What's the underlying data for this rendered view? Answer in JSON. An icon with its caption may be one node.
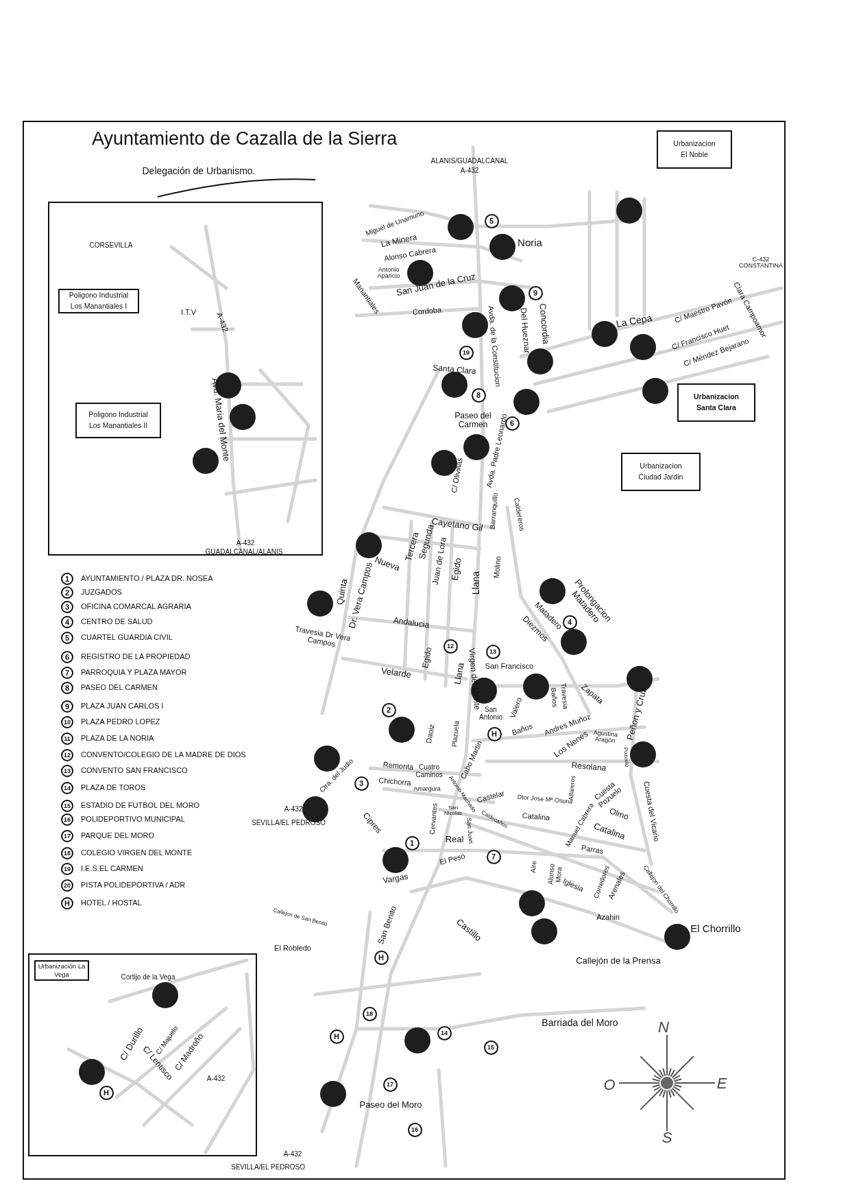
{
  "diagram": {
    "title": "Ayuntamiento de Cazalla de la Sierra",
    "nodes": [
      {
        "text": [],
        "shape": "box"
      },
      {
        "text": [
          "Poligono Industrial Los Manantiales I"
        ],
        "in": 0
      },
      {
        "text": [
          "Poligono Industrial Los Manantiales II"
        ],
        "in": 0
      },
      {
        "text": [],
        "shape": "circle",
        "in": 0
      },
      {
        "text": [],
        "shape": "circle",
        "in": 0
      },
      {
        "text": [],
        "shape": "circle",
        "in": 0
      },
      {
        "text": [
          "Urbanizacion El Noble"
        ]
      },
      {
        "text": [
          "Urbanizacion Santa Clara"
        ]
      },
      {
        "text": [
          "Urbanizacion Ciudad Jardin"
        ]
      },
      {
        "text": [
          "5"
        ]
      },
      {
        "text": [
          "9"
        ]
      },
      {
        "text": [
          "19"
        ]
      },
      {
        "text": [
          "8"
        ]
      },
      {
        "text": [
          "6"
        ]
      },
      {
        "text": [
          "4"
        ]
      },
      {
        "text": [
          "12"
        ]
      },
      {
        "text": [
          "13"
        ]
      },
      {
        "text": [
          "2"
        ]
      },
      {
        "text": [
          "H"
        ]
      },
      {
        "text": [
          "3"
        ]
      },
      {
        "text": [
          "1"
        ]
      },
      {
        "text": [
          "7"
        ]
      },
      {
        "text": [
          "H"
        ]
      },
      {
        "text": [
          "18"
        ]
      },
      {
        "text": [
          "H"
        ]
      },
      {
        "text": [
          "14"
        ]
      },
      {
        "text": [
          "15"
        ]
      },
      {
        "text": [
          "17"
        ]
      },
      {
        "text": [
          "16"
        ]
      },
      {
        "text": [],
        "shape": "circle"
      },
      {
        "text": [],
        "shape": "circle"
      },
      {
        "text": [],
        "shape": "circle"
      },
      {
        "text": [],
        "shape": "circle"
      },
      {
        "text": [],
        "shape": "circle"
      },
      {
        "text": [],
        "shape": "circle"
      },
      {
        "text": [],
        "shape": "circle"
      },
      {
        "text": [],
        "shape": "circle"
      },
      {
        "text": [],
        "shape": "circle"
      },
      {
        "text": [],
        "shape": "circle"
      },
      {
        "text": [],
        "shape": "circle"
      },
      {
        "text": [],
        "shape": "circle"
      },
      {
        "text": [],
        "shape": "circle"
      },
      {
        "text": [],
        "shape": "circle"
      },
      {
        "text": [],
        "shape": "circle"
      },
      {
        "text": [],
        "shape": "circle"
      },
      {
        "text": [],
        "shape": "circle"
      },
      {
        "text": [],
        "shape": "circle"
      },
      {
        "text": [],
        "shape": "circle"
      },
      {
        "text": [],
        "shape": "circle"
      },
      {
        "text": [],
        "shape": "circle"
      },
      {
        "text": [],
        "shape": "circle"
      },
      {
        "text": [],
        "shape": "circle"
      },
      {
        "text": [],
        "shape": "circle"
      },
      {
        "text": [],
        "shape": "circle"
      },
      {
        "text": [],
        "shape": "circle"
      },
      {
        "text": [],
        "shape": "circle"
      },
      {
        "text": [],
        "shape": "circle"
      },
      {
        "text": [],
        "shape": "circle"
      },
      {
        "text": [],
        "shape": "circle"
      },
      {
        "text": [],
        "shape": "circle"
      },
      {
        "text": [
          "1"
        ],
        "beside": [
          "AYUNTAMIENTO / PLAZA DR. NOSEA"
        ]
      },
      {
        "text": [
          "2"
        ],
        "beside": [
          "JUZGADOS"
        ]
      },
      {
        "text": [
          "3"
        ],
        "beside": [
          "OFICINA COMARCAL AGRARIA"
        ]
      },
      {
        "text": [
          "4"
        ],
        "beside": [
          "CENTRO DE SALUD"
        ]
      },
      {
        "text": [
          "5"
        ],
        "beside": [
          "CUARTEL GUARDIA CIVIL"
        ]
      },
      {
        "text": [
          "6"
        ],
        "beside": [
          "REGISTRO DE LA PROPIEDAD"
        ]
      },
      {
        "text": [
          "7"
        ],
        "beside": [
          "PARROQUIA Y PLAZA MAYOR"
        ]
      },
      {
        "text": [
          "8"
        ],
        "beside": [
          "PASEO DEL CARMEN"
        ]
      },
      {
        "text": [
          "9"
        ],
        "beside": [
          "PLAZA JUAN CARLOS I"
        ]
      },
      {
        "text": [
          "10"
        ],
        "beside": [
          "PLAZA PEDRO LOPEZ"
        ]
      },
      {
        "text": [
          "11"
        ],
        "beside": [
          "PLAZA DE LA NORIA"
        ]
      },
      {
        "text": [
          "12"
        ],
        "beside": [
          "CONVENTO/COLEGIO DE LA MADRE DE DIOS"
        ]
      },
      {
        "text": [
          "13"
        ],
        "beside": [
          "CONVENTO SAN FRANCISCO"
        ]
      },
      {
        "text": [
          "14"
        ],
        "beside": [
          "PLAZA DE TOROS"
        ]
      },
      {
        "text": [
          "15"
        ],
        "beside": [
          "ESTADIO DE FUTBOL DEL MORO"
        ]
      },
      {
        "text": [
          "16"
        ],
        "beside": [
          "POLIDEPORTIVO MUNICIPAL"
        ]
      },
      {
        "text": [
          "17"
        ],
        "beside": [
          "PARQUE DEL MORO"
        ]
      },
      {
        "text": [
          "18"
        ],
        "beside": [
          "COLEGIO VIRGEN DEL MONTE"
        ]
      },
      {
        "text": [
          "19"
        ],
        "beside": [
          "I.E.S.EL CARMEN"
        ]
      },
      {
        "text": [
          "20"
        ],
        "beside": [
          "PISTA POLIDEPORTIVA / ADR"
        ]
      },
      {
        "text": [
          "H"
        ],
        "beside": [
          "HOTEL / HOSTAL"
        ]
      },
      {
        "text": [],
        "shape": "box"
      },
      {
        "text": [
          "Urbanización La Vega"
        ],
        "in": 81
      },
      {
        "text": [
          "H"
        ],
        "in": 81
      },
      {
        "text": [],
        "shape": "circle",
        "in": 81
      },
      {
        "text": [],
        "shape": "circle",
        "in": 81
      }
    ],
    "labels": [
      "Delegación de Urbanismo.",
      "CORSEVILLA",
      "I.T.V",
      "A-432",
      "Avd. Maria del Monte",
      "A-432",
      "GUADALCANAL/ALANIS",
      "ALANIS/GUADALCANAL",
      "A-432",
      "Miguel de Unamuno",
      "La Minera",
      "Alonso Cabrera",
      "Antonio Aparicio",
      "Manantiales",
      "San Juan de la Cruz",
      "Noria",
      "Cordoba",
      "Avda. de la Constitucion",
      "Concordia",
      "Del Hueznar",
      "La Cepa",
      "C/ Maestro Pavón",
      "C/ Francisco Huet",
      "C/ Méndez Bejarano",
      "Clara Campoamor",
      "C-432 CONSTANTINA",
      "Santa Clara",
      "Paseo del Carmen",
      "Avda. Padre Leonardo",
      "C/ Olivillas",
      "Barranquillo",
      "Caldereros",
      "Cayetano Gil",
      "Nueva",
      "Tercera",
      "Segunda",
      "Juan de Lora",
      "Egido",
      "Llana",
      "Molino",
      "Quinta",
      "Dr. Vera Campos",
      "Prolongacion Matadero",
      "Andalucia",
      "Matadero",
      "Diezmos",
      "Travesia Dr Vera Campos",
      "Egido",
      "Llana",
      "Virgen del Monte",
      "Velarde",
      "San Francisco",
      "Zapata",
      "Travesia",
      "Baños",
      "Peñon y Cruz",
      "San Antonio",
      "Valero",
      "Baños",
      "Andres Muñoz",
      "Agustina Aragón",
      "Los Nenes",
      "Daoiz",
      "Plazuela",
      "Cabo Martin",
      "Pozuelo",
      "Resolana",
      "Remonta",
      "Cuatro Caminos",
      "Ctra. del Judio",
      "Chichorra",
      "Amargura",
      "Alfareros",
      "Castelar",
      "Cuesta Pozuelo",
      "Dtor Jose Mª Osuna",
      "Antonio Machado",
      "Olmo",
      "Cuesta del Vicario",
      "A-432",
      "SEVILLA/EL PEDROSO",
      "Cipres",
      "Cervantes",
      "San Nicolas",
      "San Juan",
      "Caldecaños",
      "Catalina",
      "Manuel Cabrera",
      "Catalina",
      "Real",
      "El Peso",
      "Parras",
      "Vargas",
      "Aire",
      "Alonso Mora",
      "Iglesia",
      "Corredores",
      "Arenales",
      "Callejon del Chorrillo",
      "Azahin",
      "El Chorrillo",
      "Callejon de San Benito",
      "El Robledo",
      "San Benito",
      "Castillo",
      "Callejón de la Prensa",
      "Cortijo de la Vega",
      "Barriada del Moro",
      "C/ Durillo",
      "C/ Majuelo",
      "C/ Lentisco",
      "C/ Madroño",
      "A-432",
      "Paseo del Moro",
      "A-432",
      "SEVILLA/EL PEDROSO",
      "N",
      "O",
      "E",
      "S"
    ]
  }
}
